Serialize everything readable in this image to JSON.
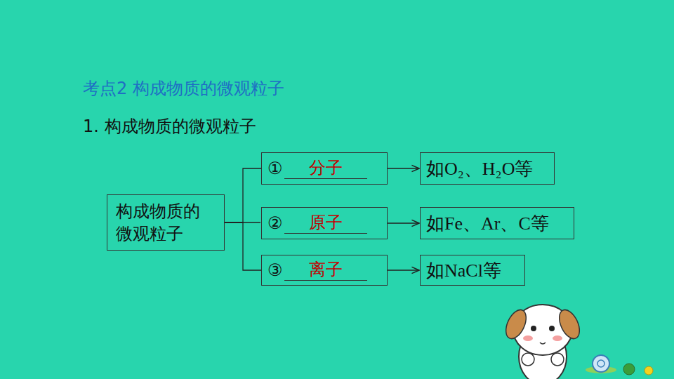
{
  "diagram": {
    "title": "考点2 构成物质的微观粒子",
    "nodes": [
      {
        "text": [
          "构成物质的微观粒子"
        ]
      },
      {
        "text": [
          "①",
          "分子"
        ]
      },
      {
        "text": [
          "②",
          "原子"
        ]
      },
      {
        "text": [
          "③",
          "离子"
        ]
      },
      {
        "text": [
          "如O₂、H₂O等"
        ]
      },
      {
        "text": [
          "如Fe、Ar、C等"
        ]
      },
      {
        "text": [
          "如NaCl等"
        ]
      }
    ],
    "edges": [
      {
        "from": 0,
        "to": 1,
        "arrow": "none"
      },
      {
        "from": 0,
        "to": 2,
        "arrow": "none"
      },
      {
        "from": 0,
        "to": 3,
        "arrow": "none"
      },
      {
        "from": 1,
        "to": 4,
        "arrow": "to"
      },
      {
        "from": 2,
        "to": 5,
        "arrow": "to"
      },
      {
        "from": 3,
        "to": 6,
        "arrow": "to"
      }
    ],
    "labels": [
      "1. 构成物质的微观粒子"
    ]
  }
}
